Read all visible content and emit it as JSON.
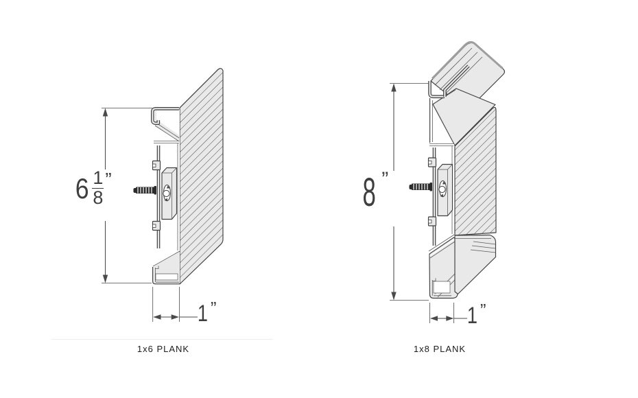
{
  "page": {
    "background": "#ffffff",
    "description": "Technical cross-section diagrams of two metal planks with hidden mounting clips and screws"
  },
  "figures": [
    {
      "caption": "1x6 PLANK",
      "height_dimension": {
        "whole": "6",
        "fraction_numerator": "1",
        "fraction_denominator": "8",
        "unit": "”"
      },
      "width_dimension": {
        "value": "1",
        "unit": "”"
      }
    },
    {
      "caption": "1x8 PLANK",
      "height_dimension": {
        "whole": "8",
        "unit": "”"
      },
      "width_dimension": {
        "value": "1",
        "unit": "”"
      }
    }
  ],
  "colors": {
    "outline": "#3f3f3f",
    "profile_fill": "#e9e9e9",
    "hatch_line": "#474747",
    "dimension_line": "#4a4a4a",
    "caption_text": "#1c1c1c",
    "divider": "#ececec",
    "screw": "#2b2b2b",
    "strip_shade": "#9e9e9e"
  }
}
